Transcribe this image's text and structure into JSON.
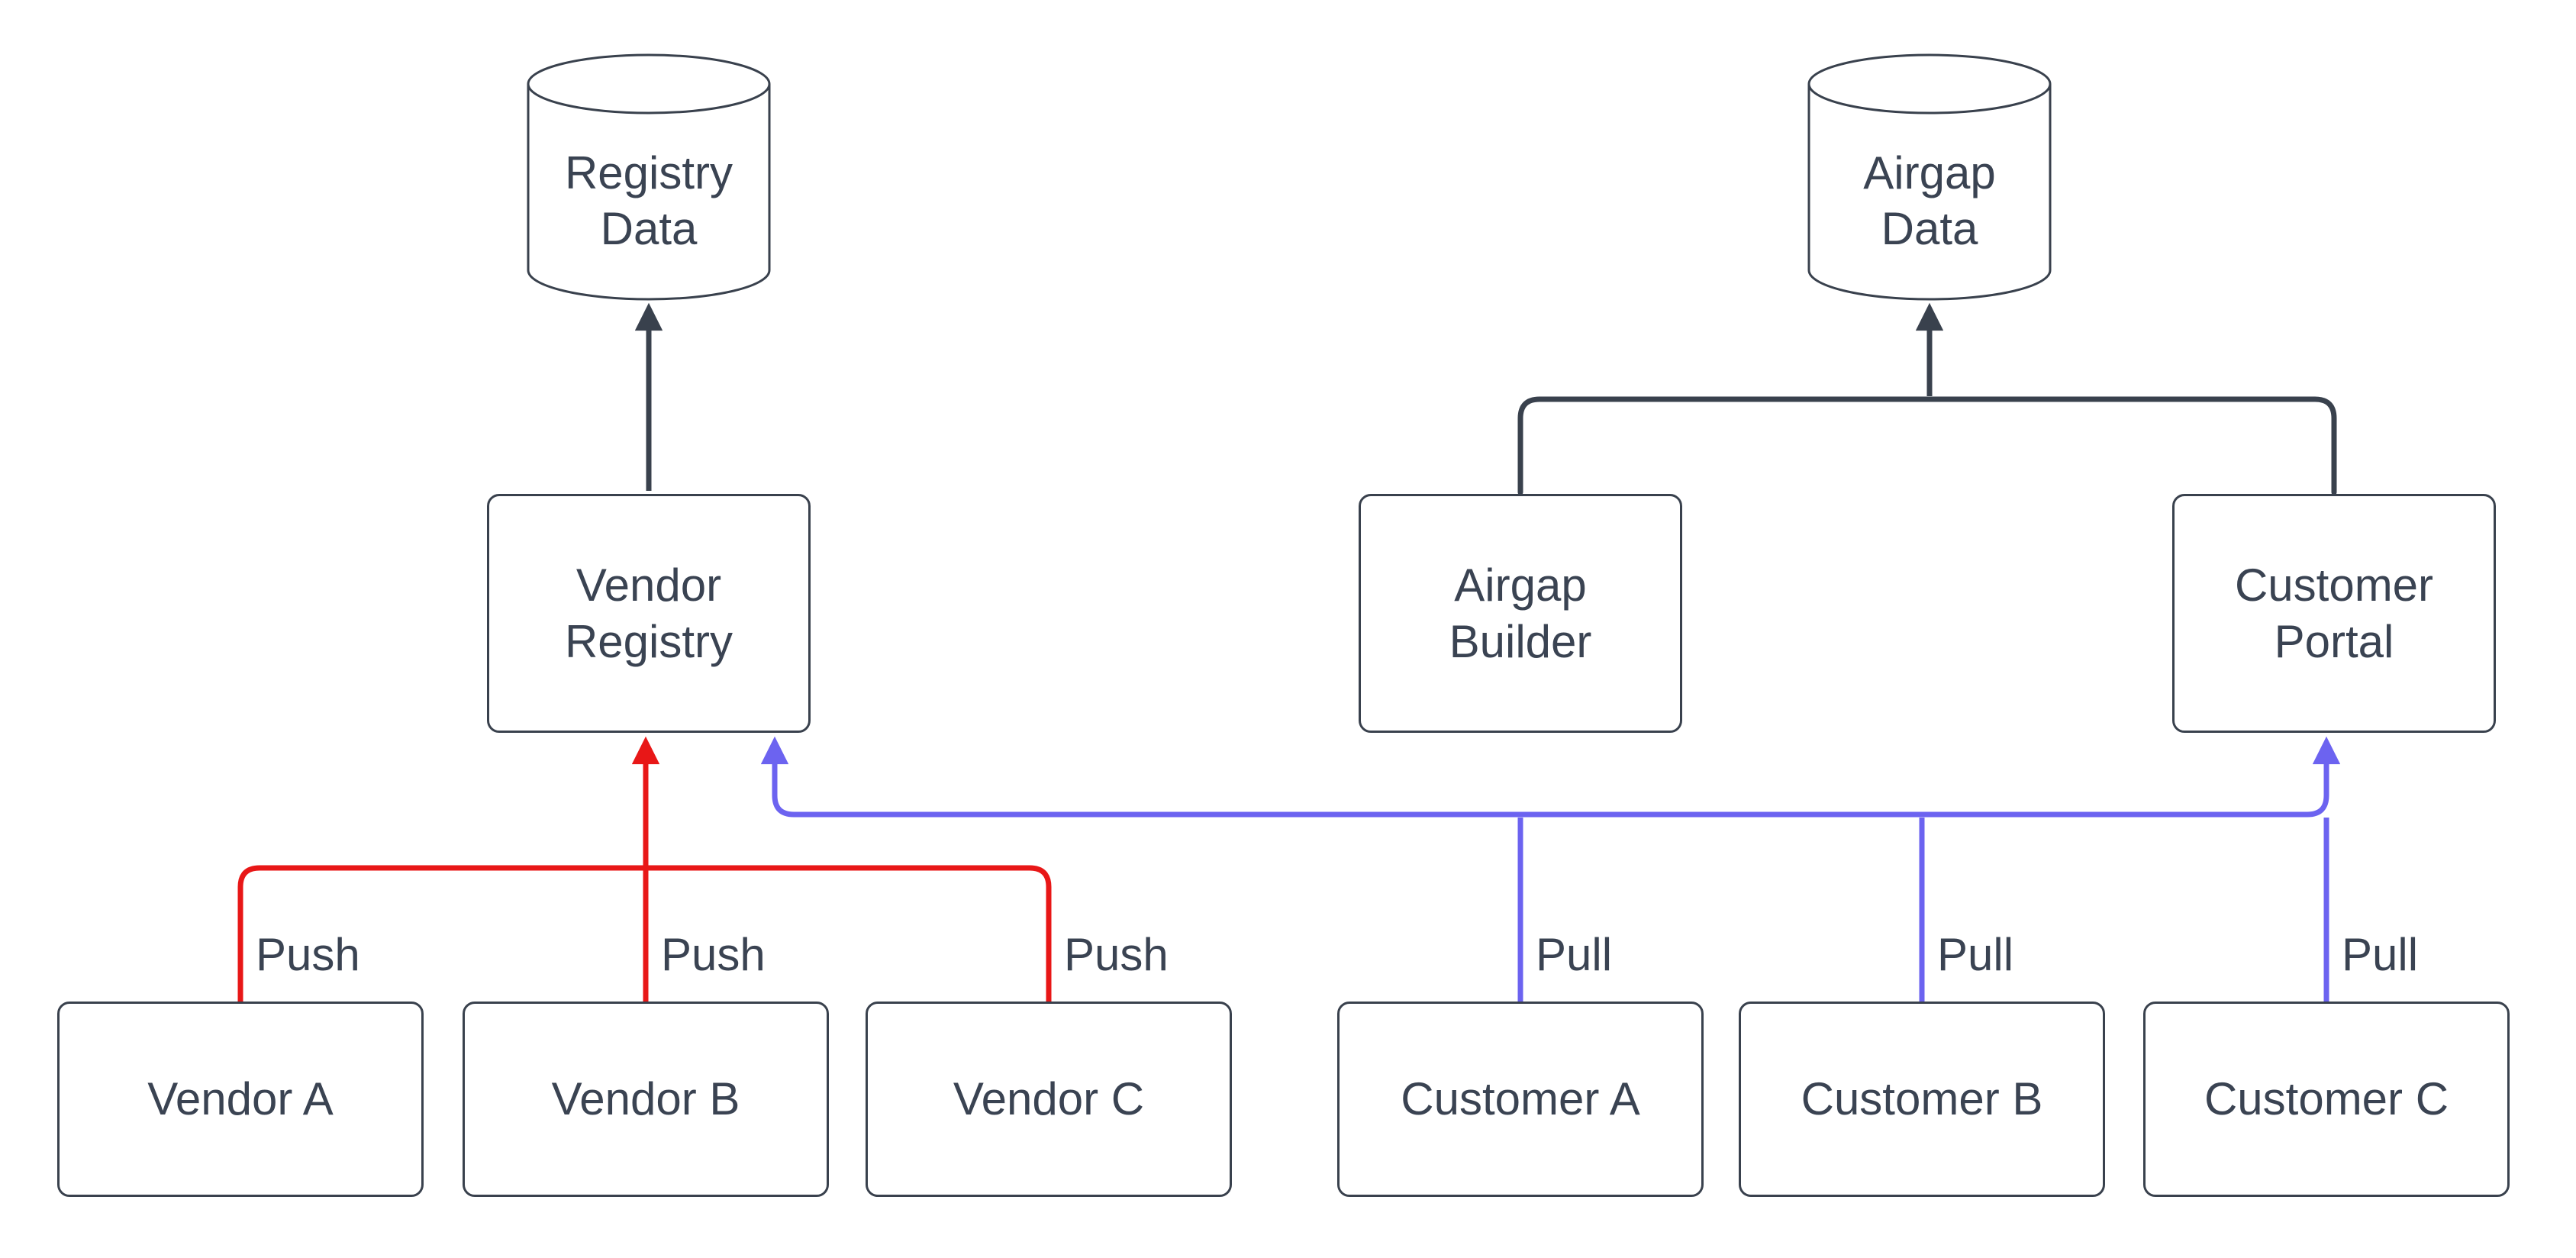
{
  "colors": {
    "outline": "#39414D",
    "text": "#3A4352",
    "push": "#E81717",
    "pull": "#6C63F0",
    "background": "#FFFFFF"
  },
  "datastores": {
    "registry_data": {
      "label": "Registry\nData"
    },
    "airgap_data": {
      "label": "Airgap\nData"
    }
  },
  "services": {
    "vendor_registry": {
      "label": "Vendor\nRegistry"
    },
    "airgap_builder": {
      "label": "Airgap\nBuilder"
    },
    "customer_portal": {
      "label": "Customer\nPortal"
    }
  },
  "sources": {
    "vendor_a": {
      "label": "Vendor A"
    },
    "vendor_b": {
      "label": "Vendor B"
    },
    "vendor_c": {
      "label": "Vendor C"
    },
    "customer_a": {
      "label": "Customer A"
    },
    "customer_b": {
      "label": "Customer B"
    },
    "customer_c": {
      "label": "Customer C"
    }
  },
  "edge_labels": {
    "push_a": "Push",
    "push_b": "Push",
    "push_c": "Push",
    "pull_a": "Pull",
    "pull_b": "Pull",
    "pull_c": "Pull"
  }
}
